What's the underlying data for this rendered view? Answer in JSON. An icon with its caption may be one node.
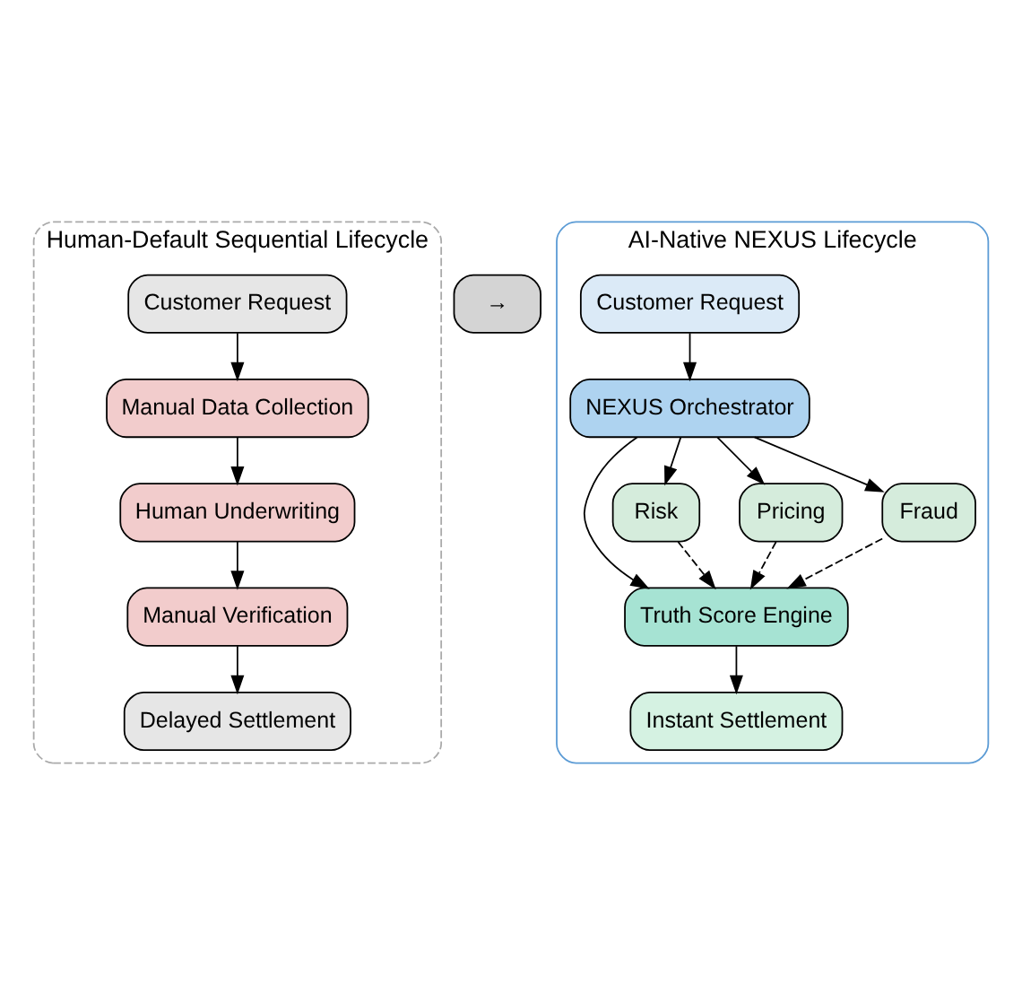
{
  "diagram": {
    "nodes": [
      {
        "text": [
          "Human-Default Sequential Lifecycle"
        ]
      },
      {
        "text": [
          "Customer Request"
        ],
        "in": 0
      },
      {
        "text": [
          "Manual Data Collection"
        ],
        "in": 0
      },
      {
        "text": [
          "Human Underwriting"
        ],
        "in": 0
      },
      {
        "text": [
          "Manual Verification"
        ],
        "in": 0
      },
      {
        "text": [
          "Delayed Settlement"
        ],
        "in": 0
      },
      {
        "text": [
          "→"
        ]
      },
      {
        "text": [
          "AI-Native NEXUS Lifecycle"
        ]
      },
      {
        "text": [
          "Customer Request"
        ],
        "in": 7
      },
      {
        "text": [
          "NEXUS Orchestrator"
        ],
        "in": 7
      },
      {
        "text": [
          "Truth Score Engine"
        ],
        "in": 7
      },
      {
        "text": [
          "Instant Settlement"
        ],
        "in": 7
      },
      {
        "text": [
          "Risk"
        ],
        "in": 7
      },
      {
        "text": [
          "Pricing"
        ],
        "in": 7
      },
      {
        "text": [
          "Fraud"
        ],
        "in": 7
      }
    ],
    "edges": [
      {
        "from": 1,
        "to": 2,
        "arrow": "to"
      },
      {
        "from": 2,
        "to": 3,
        "arrow": "to"
      },
      {
        "from": 3,
        "to": 4,
        "arrow": "to"
      },
      {
        "from": 4,
        "to": 5,
        "arrow": "to"
      },
      {
        "from": 8,
        "to": 9,
        "arrow": "to"
      },
      {
        "from": 9,
        "to": 10,
        "arrow": "to"
      },
      {
        "from": 9,
        "to": 12,
        "arrow": "to"
      },
      {
        "from": 9,
        "to": 13,
        "arrow": "to"
      },
      {
        "from": 9,
        "to": 14,
        "arrow": "to"
      },
      {
        "from": 10,
        "to": 11,
        "arrow": "to"
      },
      {
        "from": 12,
        "to": 10,
        "arrow": "to",
        "style": "dashed"
      },
      {
        "from": 13,
        "to": 10,
        "arrow": "to",
        "style": "dashed"
      },
      {
        "from": 14,
        "to": 10,
        "arrow": "to",
        "style": "dashed"
      }
    ]
  }
}
